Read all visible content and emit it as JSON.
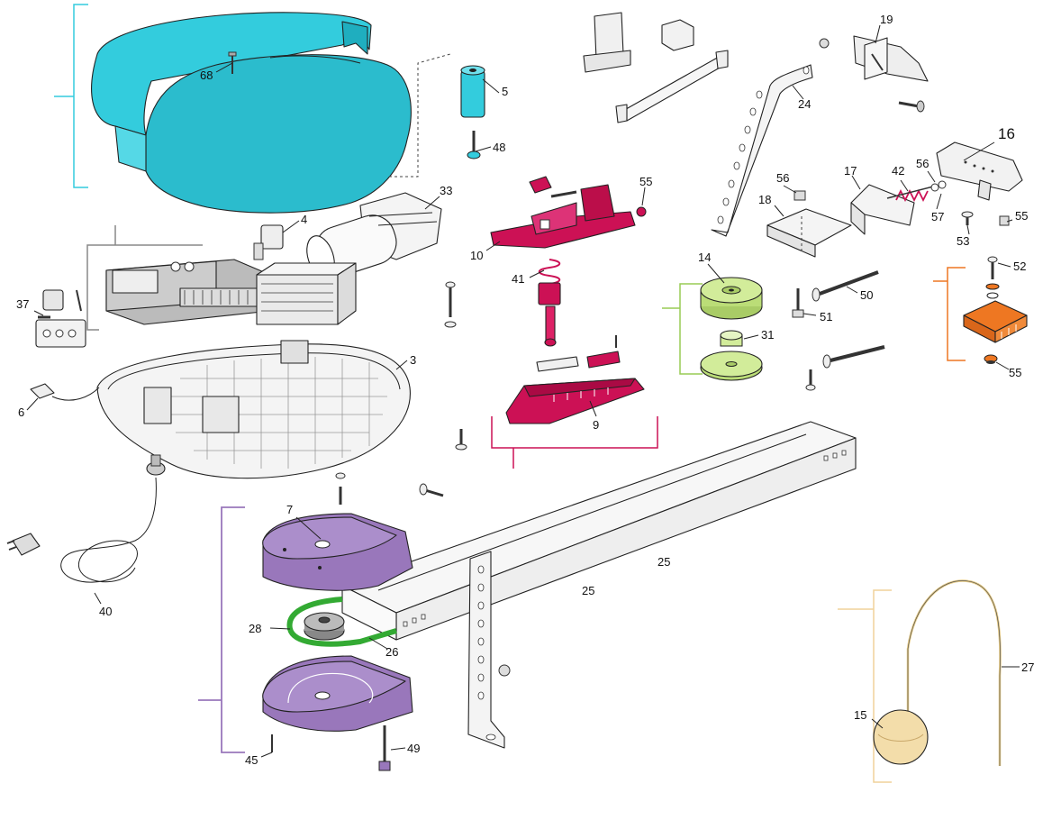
{
  "colors": {
    "cover": "#33ccdd",
    "trolley": "#cc1155",
    "pulley": "#bbdd77",
    "limit": "#ee7722",
    "carriage": "#9977bb",
    "belt": "#33aa33",
    "cable": "#f3ddaa",
    "bracket_ink": "#888888"
  },
  "labels": {
    "p68": "68",
    "p5": "5",
    "p48": "48",
    "p33": "33",
    "p4": "4",
    "p37": "37",
    "p3": "3",
    "p6": "6",
    "p40": "40",
    "p10": "10",
    "p41": "41",
    "p55a": "55",
    "p9": "9",
    "p19": "19",
    "p24": "24",
    "p16": "16",
    "p56a": "56",
    "p17": "17",
    "p42": "42",
    "p56b": "56",
    "p18": "18",
    "p57": "57",
    "p55b": "55",
    "p53": "53",
    "p14": "14",
    "p31": "31",
    "p50": "50",
    "p51": "51",
    "p52": "52",
    "p55c": "55",
    "p7": "7",
    "p28": "28",
    "p26": "26",
    "p25a": "25",
    "p25b": "25",
    "p45": "45",
    "p49": "49",
    "p15": "15",
    "p27": "27"
  }
}
